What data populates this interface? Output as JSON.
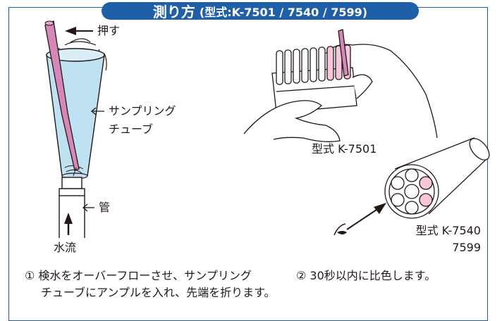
{
  "title": {
    "main": "測り方",
    "sub": "(型式:K-7501 / 7540 / 7599)"
  },
  "left_diagram": {
    "push_label": "押す",
    "tube_label_line1": "サンプリング",
    "tube_label_line2": "チューブ",
    "pipe_label": "管",
    "flow_label": "水流"
  },
  "right_diagram": {
    "model_a_label": "型式 K-7501",
    "model_b_label_line1": "型式 K-7540",
    "model_b_label_line2": "7599"
  },
  "steps": {
    "step1_line1": "① 検水をオーバーフローさせ、サンプリング",
    "step1_line2": "チューブにアンプルを入れ、先端を折ります。",
    "step2": "② 30秒以内に比色します。"
  },
  "colors": {
    "frame": "#1f5fa8",
    "cup_fill": "#bfe2f2",
    "ampoule_fill": "#d487b8",
    "ampoule_pink": "#f7c6dc",
    "line": "#231815"
  }
}
